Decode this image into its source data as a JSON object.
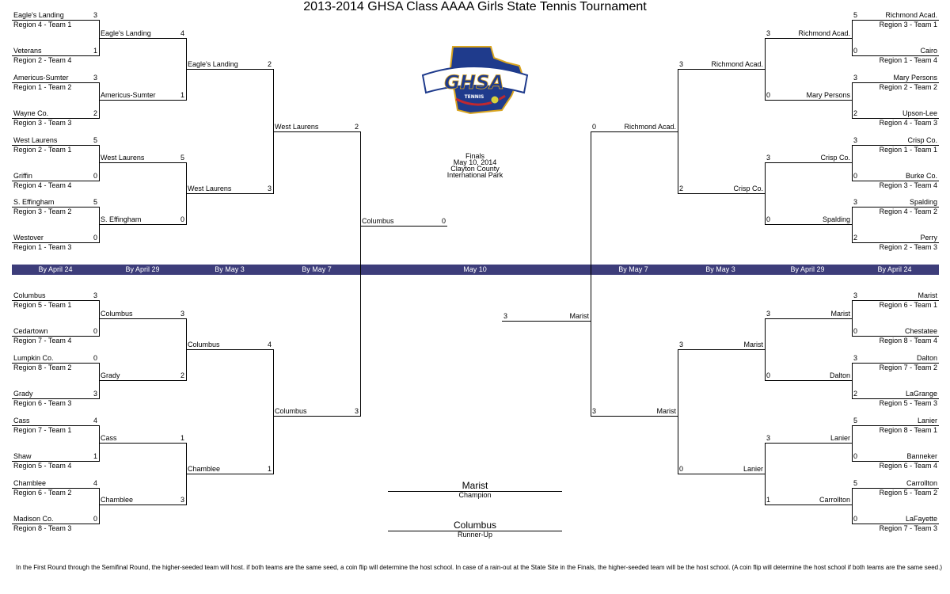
{
  "title": "2013-2014 GHSA Class AAAA Girls State Tennis Tournament",
  "logo": {
    "main_text": "GHSA",
    "sub_text": "TENNIS"
  },
  "finals_info": [
    "Finals",
    "May 10, 2014",
    "Clayton County",
    "International Park"
  ],
  "date_bar": [
    "By April 24",
    "By April 29",
    "By May 3",
    "By May 7",
    "May 10",
    "By May 7",
    "By May 3",
    "By April 29",
    "By April 24"
  ],
  "colors": {
    "date_bar_bg": "#3d3d7a",
    "logo_blue": "#1f3b8c",
    "logo_gold": "#d9a520",
    "logo_red": "#c0282f"
  },
  "first_round_left": [
    {
      "team": "Eagle's Landing",
      "seed": "Region 4 - Team 1",
      "score": "3"
    },
    {
      "team": "Veterans",
      "seed": "Region 2 - Team 4",
      "score": "1"
    },
    {
      "team": "Americus-Sumter",
      "seed": "Region 1 - Team 2",
      "score": "3"
    },
    {
      "team": "Wayne Co.",
      "seed": "Region 3 - Team 3",
      "score": "2"
    },
    {
      "team": "West Laurens",
      "seed": "Region 2 - Team 1",
      "score": "5"
    },
    {
      "team": "Griffin",
      "seed": "Region 4 - Team 4",
      "score": "0"
    },
    {
      "team": "S. Effingham",
      "seed": "Region 3 - Team 2",
      "score": "5"
    },
    {
      "team": "Westover",
      "seed": "Region 1 - Team 3",
      "score": "0"
    },
    {
      "team": "Columbus",
      "seed": "Region 5 - Team 1",
      "score": "3"
    },
    {
      "team": "Cedartown",
      "seed": "Region 7 - Team 4",
      "score": "0"
    },
    {
      "team": "Lumpkin Co.",
      "seed": "Region 8 - Team 2",
      "score": "0"
    },
    {
      "team": "Grady",
      "seed": "Region 6 - Team 3",
      "score": "3"
    },
    {
      "team": "Cass",
      "seed": "Region 7 - Team 1",
      "score": "4"
    },
    {
      "team": "Shaw",
      "seed": "Region 5 - Team 4",
      "score": "1"
    },
    {
      "team": "Chamblee",
      "seed": "Region 6 - Team 2",
      "score": "4"
    },
    {
      "team": "Madison Co.",
      "seed": "Region 8 - Team 3",
      "score": "0"
    }
  ],
  "second_round_left": [
    {
      "team": "Eagle's Landing",
      "score": "4"
    },
    {
      "team": "Americus-Sumter",
      "score": "1"
    },
    {
      "team": "West Laurens",
      "score": "5"
    },
    {
      "team": "S. Effingham",
      "score": "0"
    },
    {
      "team": "Columbus",
      "score": "3"
    },
    {
      "team": "Grady",
      "score": "2"
    },
    {
      "team": "Cass",
      "score": "1"
    },
    {
      "team": "Chamblee",
      "score": "3"
    }
  ],
  "quarter_left": [
    {
      "team": "Eagle's Landing",
      "score": "2"
    },
    {
      "team": "West Laurens",
      "score": "3"
    },
    {
      "team": "Columbus",
      "score": "4"
    },
    {
      "team": "Chamblee",
      "score": "1"
    }
  ],
  "semi_left": [
    {
      "team": "West Laurens",
      "score": "2"
    },
    {
      "team": "Columbus",
      "score": "3"
    }
  ],
  "final_left": {
    "team": "Columbus",
    "score": "0"
  },
  "first_round_right": [
    {
      "team": "Richmond Acad.",
      "seed": "Region 3 - Team 1",
      "score": "5"
    },
    {
      "team": "Cairo",
      "seed": "Region 1 - Team 4",
      "score": "0"
    },
    {
      "team": "Mary Persons",
      "seed": "Region 2 - Team 2",
      "score": "3"
    },
    {
      "team": "Upson-Lee",
      "seed": "Region 4 - Team 3",
      "score": "2"
    },
    {
      "team": "Crisp Co.",
      "seed": "Region 1 - Team 1",
      "score": "3"
    },
    {
      "team": "Burke Co.",
      "seed": "Region 3 - Team 4",
      "score": "0"
    },
    {
      "team": "Spalding",
      "seed": "Region 4 - Team 2",
      "score": "3"
    },
    {
      "team": "Perry",
      "seed": "Region 2 - Team 3",
      "score": "2"
    },
    {
      "team": "Marist",
      "seed": "Region 6 - Team 1",
      "score": "3"
    },
    {
      "team": "Chestatee",
      "seed": "Region 8 - Team 4",
      "score": "0"
    },
    {
      "team": "Dalton",
      "seed": "Region 7 - Team 2",
      "score": "3"
    },
    {
      "team": "LaGrange",
      "seed": "Region 5 - Team 3",
      "score": "2"
    },
    {
      "team": "Lanier",
      "seed": "Region 8 - Team 1",
      "score": "5"
    },
    {
      "team": "Banneker",
      "seed": "Region 6 - Team 4",
      "score": "0"
    },
    {
      "team": "Carrollton",
      "seed": "Region 5 - Team 2",
      "score": "5"
    },
    {
      "team": "LaFayette",
      "seed": "Region 7 - Team 3",
      "score": "0"
    }
  ],
  "second_round_right": [
    {
      "team": "Richmond Acad.",
      "score": "3"
    },
    {
      "team": "Mary Persons",
      "score": "0"
    },
    {
      "team": "Crisp Co.",
      "score": "3"
    },
    {
      "team": "Spalding",
      "score": "0"
    },
    {
      "team": "Marist",
      "score": "3"
    },
    {
      "team": "Dalton",
      "score": "0"
    },
    {
      "team": "Lanier",
      "score": "3"
    },
    {
      "team": "Carrollton",
      "score": "1"
    }
  ],
  "quarter_right": [
    {
      "team": "Richmond Acad.",
      "score": "3"
    },
    {
      "team": "Crisp Co.",
      "score": "2"
    },
    {
      "team": "Marist",
      "score": "3"
    },
    {
      "team": "Lanier",
      "score": "0"
    }
  ],
  "semi_right": [
    {
      "team": "Richmond Acad.",
      "score": "0"
    },
    {
      "team": "Marist",
      "score": "3"
    }
  ],
  "final_right": {
    "team": "Marist",
    "score": "3"
  },
  "champion": {
    "team": "Marist",
    "label": "Champion"
  },
  "runner_up": {
    "team": "Columbus",
    "label": "Runner-Up"
  },
  "footer": "In the First Round through the Semifinal Round, the higher-seeded team will host.  if both teams are the same seed, a coin flip will determine the host school.  In case of a rain-out at the State Site in the Finals, the higher-seeded team will be the host school. (A coin flip will determine the host school if both teams are the same seed.)"
}
